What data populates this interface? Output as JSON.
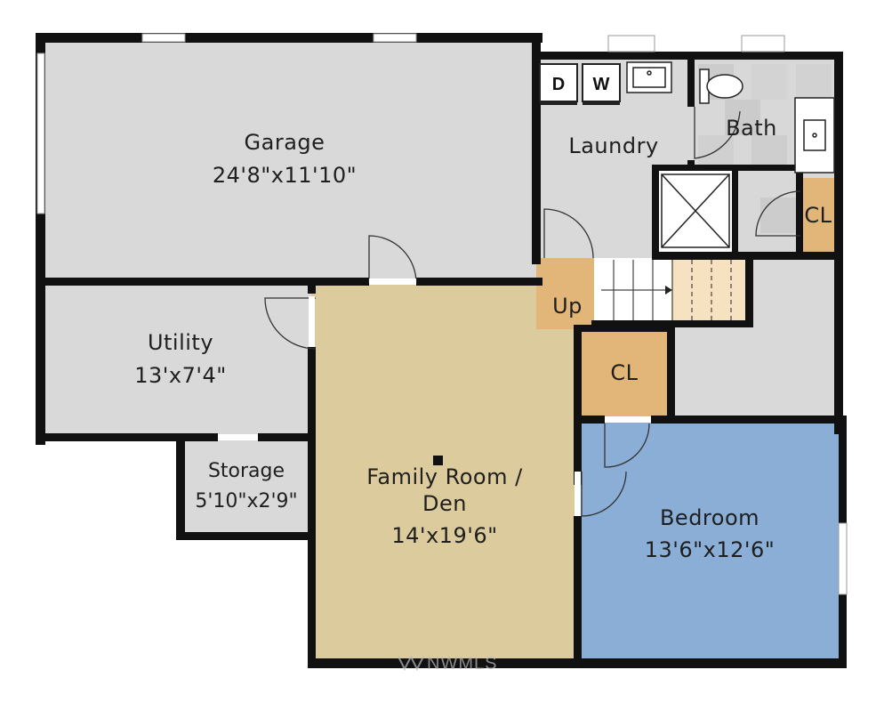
{
  "floor_plan": {
    "rooms": [
      {
        "id": "garage",
        "name": "Garage",
        "dims": "24'8\"x11'10\""
      },
      {
        "id": "laundry",
        "name": "Laundry",
        "dims": ""
      },
      {
        "id": "bath",
        "name": "Bath",
        "dims": ""
      },
      {
        "id": "utility",
        "name": "Utility",
        "dims": "13'x7'4\""
      },
      {
        "id": "storage",
        "name": "Storage",
        "dims": "5'10\"x2'9\""
      },
      {
        "id": "family",
        "name_line1": "Family Room /",
        "name_line2": "Den",
        "dims": "14'x19'6\""
      },
      {
        "id": "bedroom",
        "name": "Bedroom",
        "dims": "13'6\"x12'6\""
      }
    ],
    "closets": {
      "cl_bath": "CL",
      "cl_mid": "CL"
    },
    "stairs_label": "Up",
    "appliances": {
      "dryer": "D",
      "washer": "W"
    },
    "watermark": "NWMLS",
    "colors": {
      "wall": "#111111",
      "gray_room": "#d9d9d9",
      "family": "#dccb9c",
      "bedroom": "#8aaed6",
      "closet": "#e2b679",
      "stair_lit": "#f6e2c1"
    }
  }
}
